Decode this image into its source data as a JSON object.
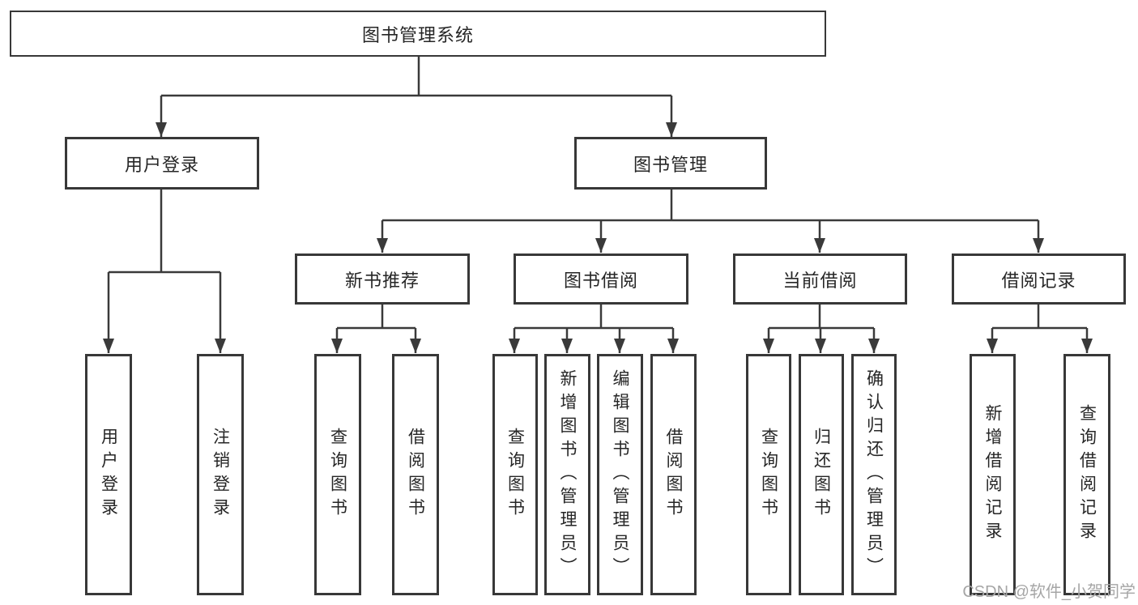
{
  "tree": {
    "label": "图书管理系统",
    "children": [
      {
        "label": "用户登录",
        "children": [
          {
            "label": "用户登录"
          },
          {
            "label": "注销登录"
          }
        ]
      },
      {
        "label": "图书管理",
        "children": [
          {
            "label": "新书推荐",
            "children": [
              {
                "label": "查询图书"
              },
              {
                "label": "借阅图书"
              }
            ]
          },
          {
            "label": "图书借阅",
            "children": [
              {
                "label": "查询图书"
              },
              {
                "label": "新增图书（管理员）"
              },
              {
                "label": "编辑图书（管理员）"
              },
              {
                "label": "借阅图书"
              }
            ]
          },
          {
            "label": "当前借阅",
            "children": [
              {
                "label": "查询图书"
              },
              {
                "label": "归还图书"
              },
              {
                "label": "确认归还（管理员）"
              }
            ]
          },
          {
            "label": "借阅记录",
            "children": [
              {
                "label": "新增借阅记录"
              },
              {
                "label": "查询借阅记录"
              }
            ]
          }
        ]
      }
    ]
  },
  "watermark": {
    "text": "CSDN @软件_小贺同学"
  },
  "colors": {
    "line": "#3a3a3a",
    "border": "#383838",
    "text": "#262626",
    "watermark": "#a6a6a6",
    "background": "#ffffff"
  }
}
